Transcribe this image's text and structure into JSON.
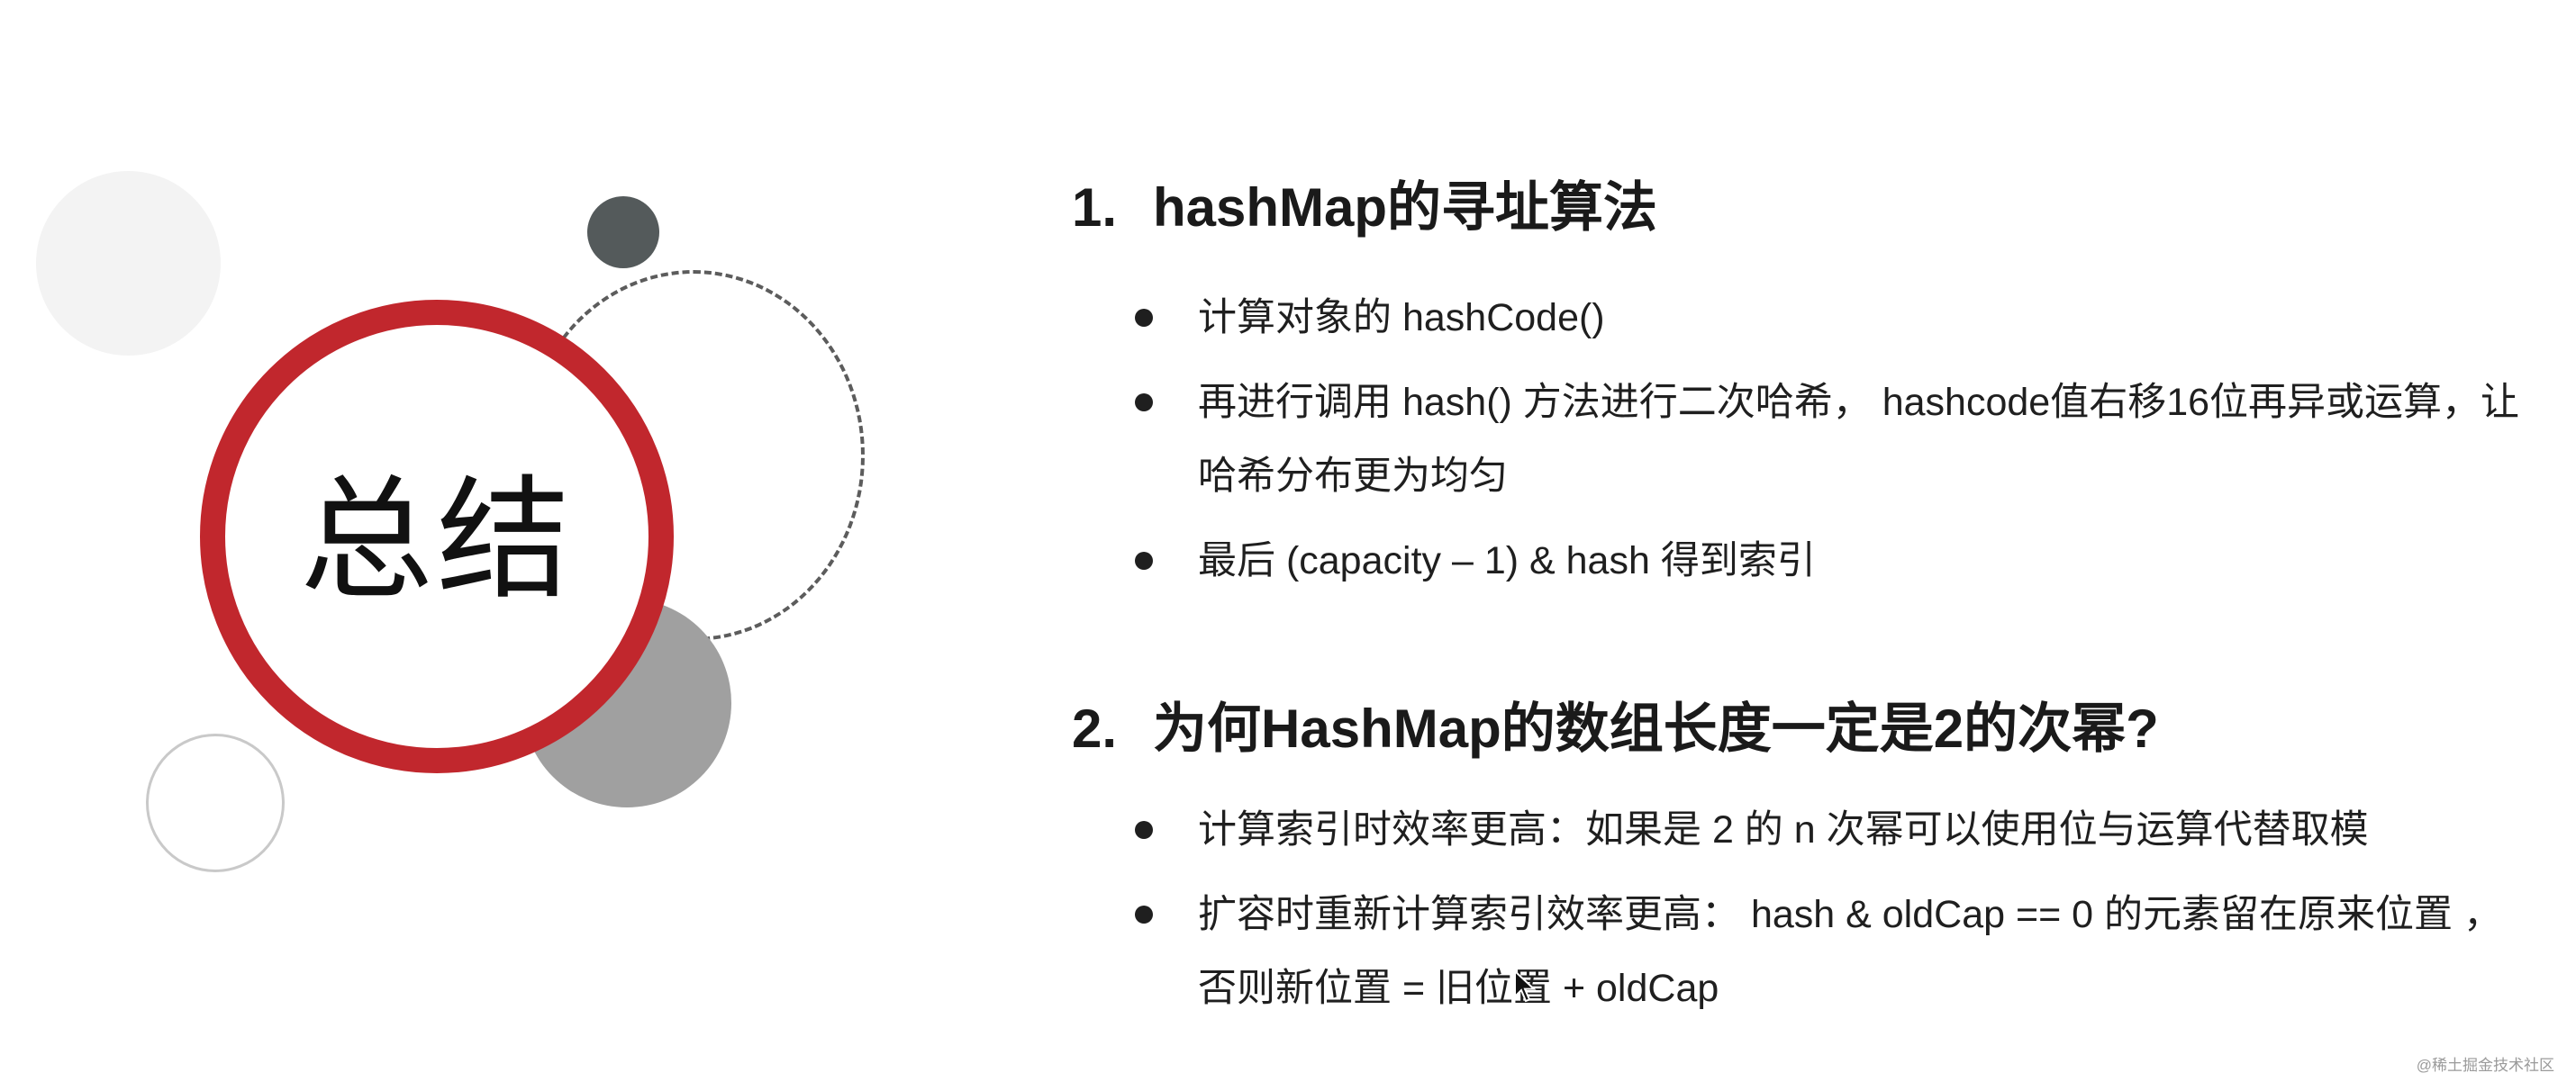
{
  "slide": {
    "title": "总结",
    "colors": {
      "accent_ring": "#c1272d",
      "dark_dot": "#545a5b",
      "gray_dot": "#a0a0a0"
    }
  },
  "sections": [
    {
      "number": "1.",
      "heading": "hashMap的寻址算法",
      "bullets": [
        "计算对象的 hashCode()",
        "再进行调用 hash() 方法进行二次哈希， hashcode值右移16位再异或运算，让哈希分布更为均匀",
        "最后 (capacity – 1) & hash 得到索引"
      ]
    },
    {
      "number": "2.",
      "heading": "为何HashMap的数组长度一定是2的次幂?",
      "bullets": [
        "计算索引时效率更高：如果是 2 的 n 次幂可以使用位与运算代替取模",
        "扩容时重新计算索引效率更高： hash & oldCap == 0 的元素留在原来位置 ，否则新位置 = 旧位置 + oldCap"
      ]
    }
  ],
  "watermark": "@稀土掘金技术社区"
}
